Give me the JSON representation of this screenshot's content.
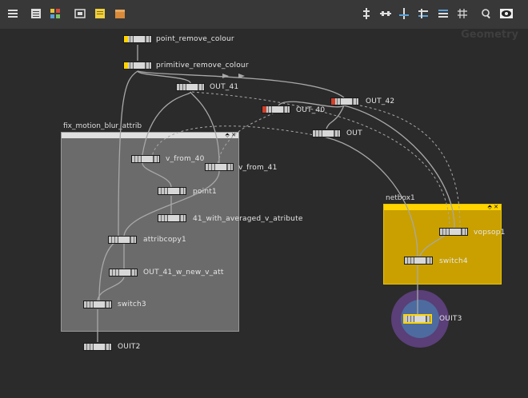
{
  "context_label": "Geometry",
  "toolbar": {
    "left_icons": [
      "list-view-icon",
      "tree-view-icon",
      "grid-view-icon",
      "network-view-icon",
      "sticky-note-icon",
      "package-icon"
    ],
    "right_icons": [
      "align-vertical-icon",
      "align-horizontal-icon",
      "snap-layout-icon",
      "layout-icon",
      "grid-icon",
      "zoom-icon",
      "eye-icon"
    ]
  },
  "netboxes": {
    "fix_motion": {
      "title": "fix_motion_blur_attrib"
    },
    "netbox1": {
      "title": "netbox1"
    }
  },
  "nodes": {
    "point_remove_colour": "point_remove_colour",
    "primitive_remove_colour": "primitive_remove_colour",
    "out_41": "OUT_41",
    "out_42": "OUT_42",
    "out_40": "OUT_40",
    "out": "OUT",
    "v_from_40": "v_from_40",
    "v_from_41": "v_from_41",
    "point1": "point1",
    "averaged": "41_with_averaged_v_atribute",
    "attribcopy1": "attribcopy1",
    "out_41_new": "OUT_41_w_new_v_att",
    "switch3": "switch3",
    "ouit2": "OUIT2",
    "vopsop1": "vopsop1",
    "switch4": "switch4",
    "ouit3": "OUIT3"
  },
  "colors": {
    "background": "#2b2b2b",
    "netbox_fix": "#6b6b6b",
    "netbox1": "#c9a000",
    "display_flag": "#ffd400",
    "render_flag": "#d0402a",
    "ouit3_outer": "#5a3f78",
    "ouit3_inner": "#4d6b9e"
  }
}
